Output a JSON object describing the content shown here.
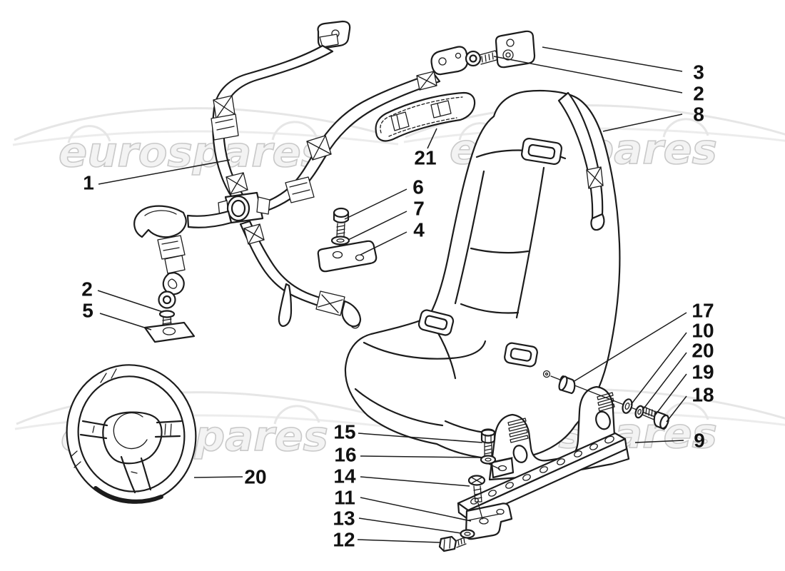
{
  "watermark": {
    "text": "eurospares",
    "fill": "#f3f3f3",
    "stroke": "#c9c9c9",
    "swoosh": "#e6e6e6"
  },
  "artwork": {
    "line_color": "#1c1c1c",
    "label_color": "#111111",
    "background": "#ffffff"
  },
  "callouts": [
    {
      "number": "3"
    },
    {
      "number": "2"
    },
    {
      "number": "8"
    },
    {
      "number": "21"
    },
    {
      "number": "6"
    },
    {
      "number": "7"
    },
    {
      "number": "4"
    },
    {
      "number": "1"
    },
    {
      "number": "2"
    },
    {
      "number": "5"
    },
    {
      "number": "20"
    },
    {
      "number": "17"
    },
    {
      "number": "10"
    },
    {
      "number": "20"
    },
    {
      "number": "19"
    },
    {
      "number": "18"
    },
    {
      "number": "9"
    },
    {
      "number": "15"
    },
    {
      "number": "16"
    },
    {
      "number": "14"
    },
    {
      "number": "11"
    },
    {
      "number": "13"
    },
    {
      "number": "12"
    }
  ]
}
